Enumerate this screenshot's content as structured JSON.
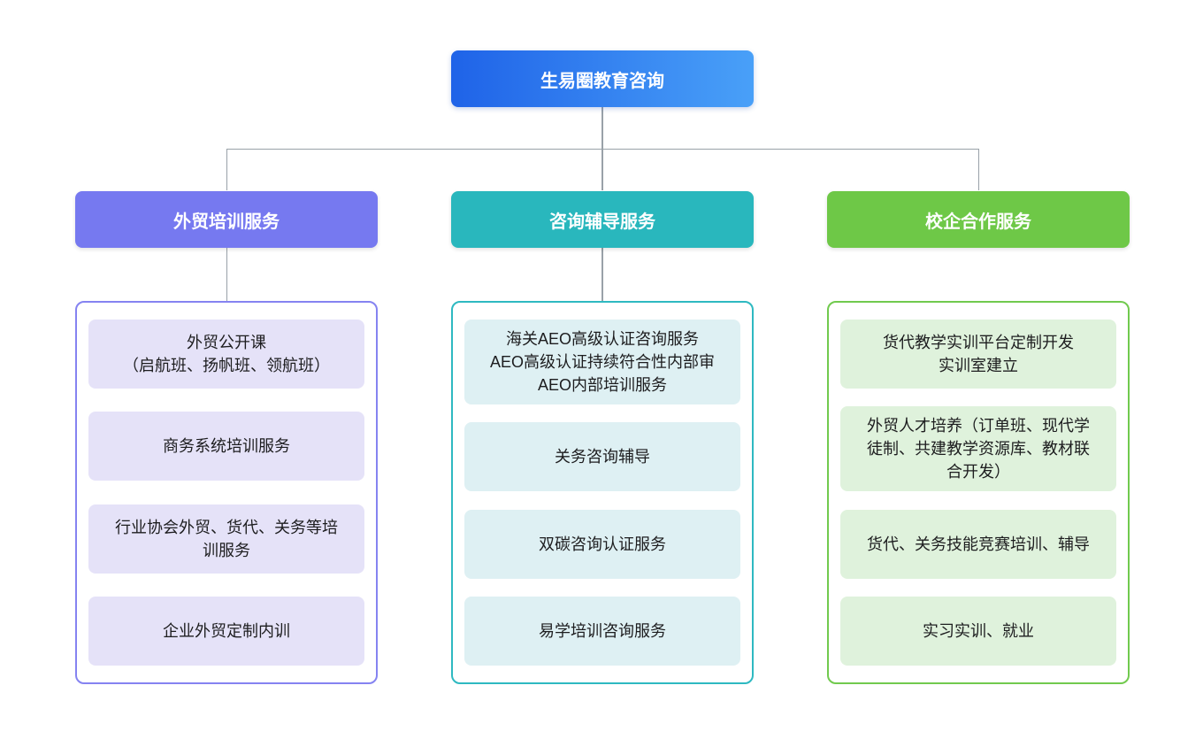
{
  "root": {
    "label": "生易圈教育咨询"
  },
  "columns": [
    {
      "header": "外贸培训服务",
      "items": [
        "外贸公开课\n（启航班、扬帆班、领航班）",
        "商务系统培训服务",
        "行业协会外贸、货代、关务等培训服务",
        "企业外贸定制内训"
      ]
    },
    {
      "header": "咨询辅导服务",
      "items": [
        "海关AEO高级认证咨询服务\nAEO高级认证持续符合性内部审\nAEO内部培训服务",
        "关务咨询辅导",
        "双碳咨询认证服务",
        "易学培训咨询服务"
      ]
    },
    {
      "header": "校企合作服务",
      "items": [
        "货代教学实训平台定制开发\n实训室建立",
        "外贸人才培养（订单班、现代学徒制、共建教学资源库、教材联合开发）",
        "货代、关务技能竞赛培训、辅导",
        "实习实训、就业"
      ]
    }
  ],
  "colors": {
    "root_gradient_start": "#1f63e8",
    "root_gradient_end": "#49a0f8",
    "branch1_accent": "#7679f0",
    "branch1_border": "#8583f1",
    "branch1_item_bg": "#e5e2f8",
    "branch2_accent": "#29b7bd",
    "branch2_border": "#2eb9c1",
    "branch2_item_bg": "#def0f3",
    "branch3_accent": "#6ec847",
    "branch3_border": "#71ca4e",
    "branch3_item_bg": "#dff2dc",
    "connector_line": "#99a1a8",
    "item_text": "#1d1d1f"
  }
}
